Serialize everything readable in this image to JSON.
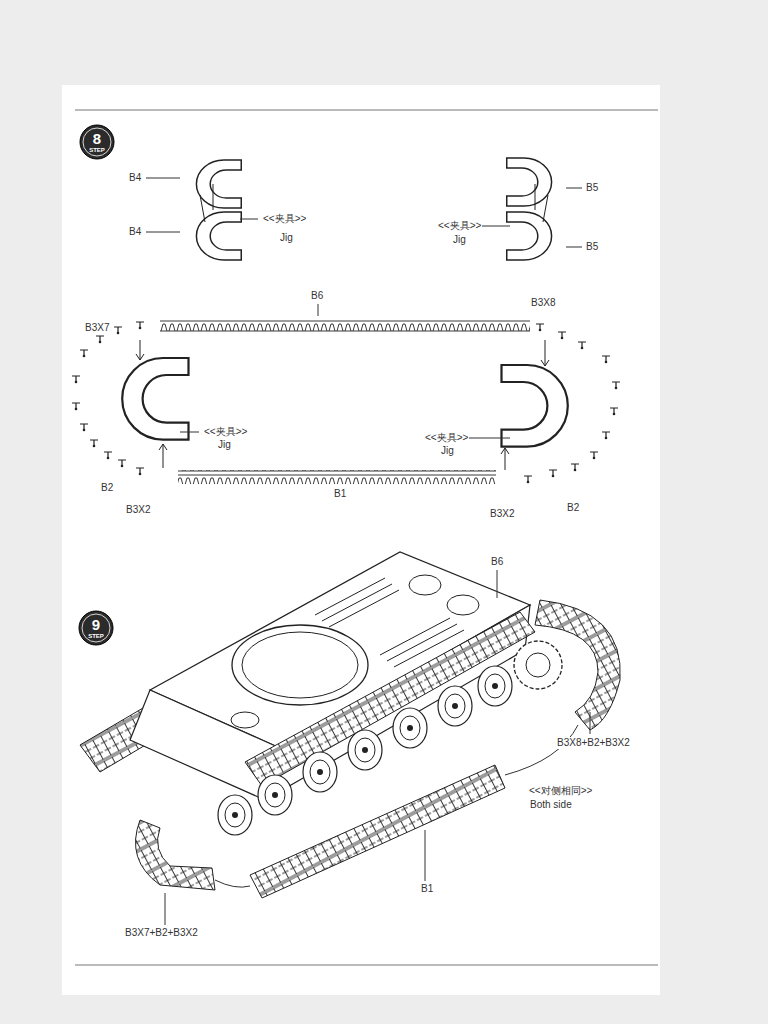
{
  "diagram": {
    "nodes": [
      {
        "text": [
          "8",
          "STEP"
        ]
      },
      {
        "text": [
          "9",
          "STEP"
        ]
      }
    ],
    "labels": [
      "B4",
      "<<夹具>>",
      "Jig",
      "B4",
      "B5",
      "<<夹具>>",
      "Jig",
      "B5",
      "B3X7",
      "B6",
      "B3X8",
      "<<夹具>>",
      "Jig",
      "<<夹具>>",
      "Jig",
      "B2",
      "B3X2",
      "B1",
      "B3X2",
      "B2",
      "B6",
      "B3X8+B2+B3X2",
      "<<对侧相同>>",
      "Both side",
      "B1",
      "B3X7+B2+B3X2"
    ]
  }
}
